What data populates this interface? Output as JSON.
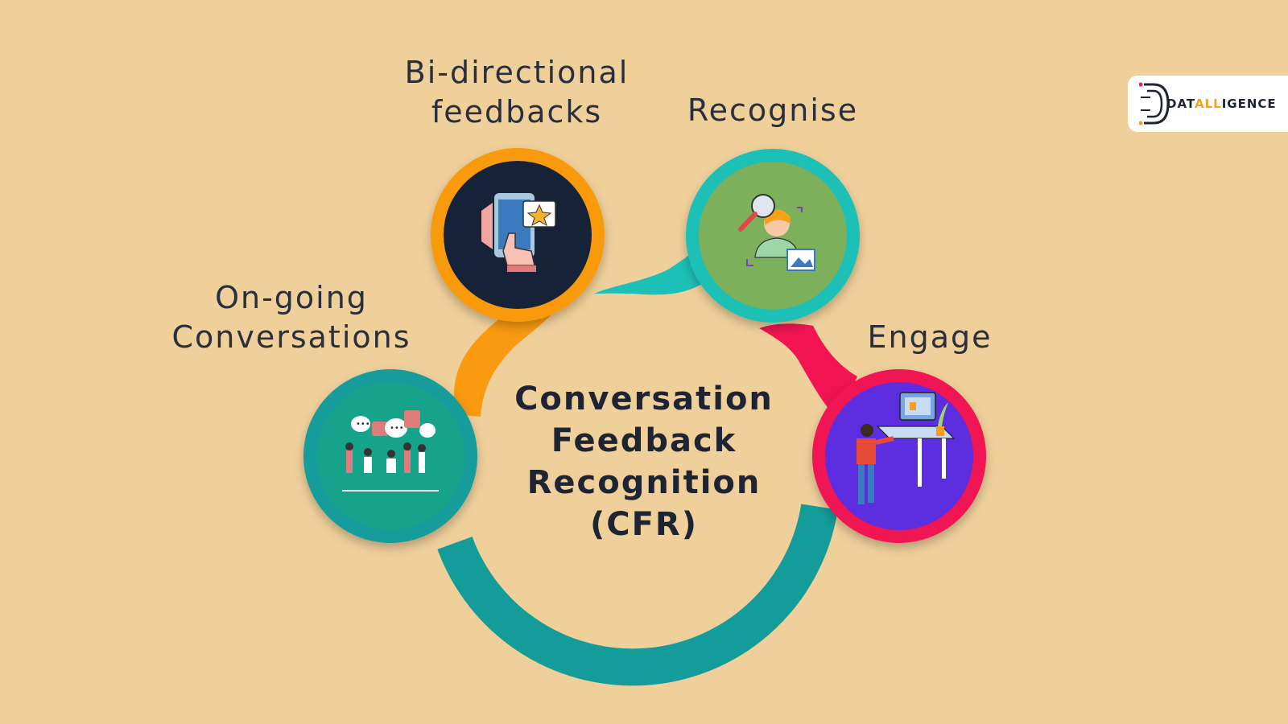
{
  "diagram": {
    "center": {
      "line1": "Conversation",
      "line2": "Feedback",
      "line3": "Recognition",
      "line4": "(CFR)"
    },
    "nodes": [
      {
        "line1": "On-going",
        "line2": "Conversations",
        "color": "#139c9a",
        "icon": "people-chat-icon"
      },
      {
        "line1": "Bi-directional",
        "line2": "feedbacks",
        "color": "#f99a10",
        "icon": "phone-star-feedback-icon"
      },
      {
        "line1": "Recognise",
        "color": "#1dc0b6",
        "icon": "magnifier-person-icon"
      },
      {
        "line1": "Engage",
        "color": "#f01452",
        "icon": "person-at-desk-icon"
      }
    ],
    "colors": {
      "background": "#efd09b",
      "node_on_going_inner": "#14a38c",
      "node_bidirectional_inner": "#152238",
      "node_recognise_inner": "#7cb05a",
      "node_engage_inner": "#5d2de0",
      "ring": "#139c9a"
    }
  },
  "logo": {
    "text_pre": "DAT",
    "text_accent": "ALL",
    "text_post": "IGENCE",
    "accent_color": "#f7a11a"
  }
}
